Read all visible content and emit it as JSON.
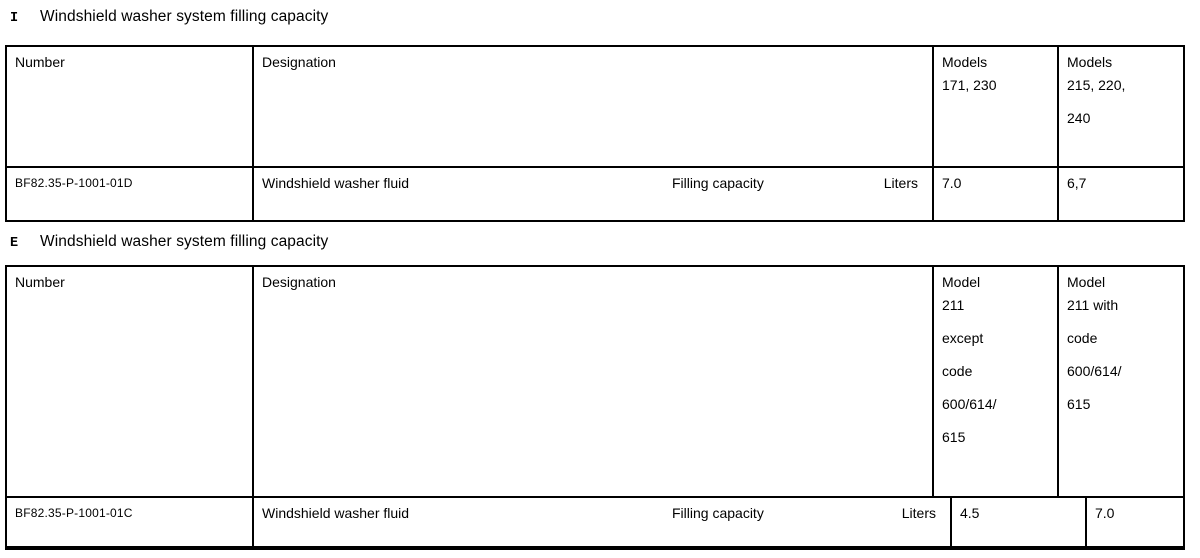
{
  "sections": [
    {
      "heading": {
        "prefix": "I",
        "title": "Windshield washer system filling capacity"
      },
      "table": {
        "header": {
          "number": "Number",
          "designation": "Designation",
          "model_col_a": [
            "Models",
            "171, 230"
          ],
          "model_col_b": [
            "Models",
            "215, 220,",
            "240"
          ]
        },
        "row": {
          "number": "BF82.35-P-1001-01D",
          "designation": "Windshield washer fluid",
          "attribute": "Filling capacity",
          "unit": "Liters",
          "value_a": "7.0",
          "value_b": "6,7"
        }
      }
    },
    {
      "heading": {
        "prefix": "E",
        "title": "Windshield washer system filling capacity"
      },
      "table": {
        "header": {
          "number": "Number",
          "designation": "Designation",
          "model_col_a": [
            "Model",
            "211",
            "except",
            "code",
            "600/614/",
            "615"
          ],
          "model_col_b": [
            "Model",
            "211 with",
            "code",
            "600/614/",
            "615"
          ]
        },
        "row": {
          "number": "BF82.35-P-1001-01C",
          "designation": "Windshield washer fluid",
          "attribute": "Filling capacity",
          "unit": "Liters",
          "value_a": "4.5",
          "value_b": "7.0"
        }
      }
    }
  ],
  "colors": {
    "text": "#000000",
    "border": "#000000",
    "background": "#ffffff"
  }
}
